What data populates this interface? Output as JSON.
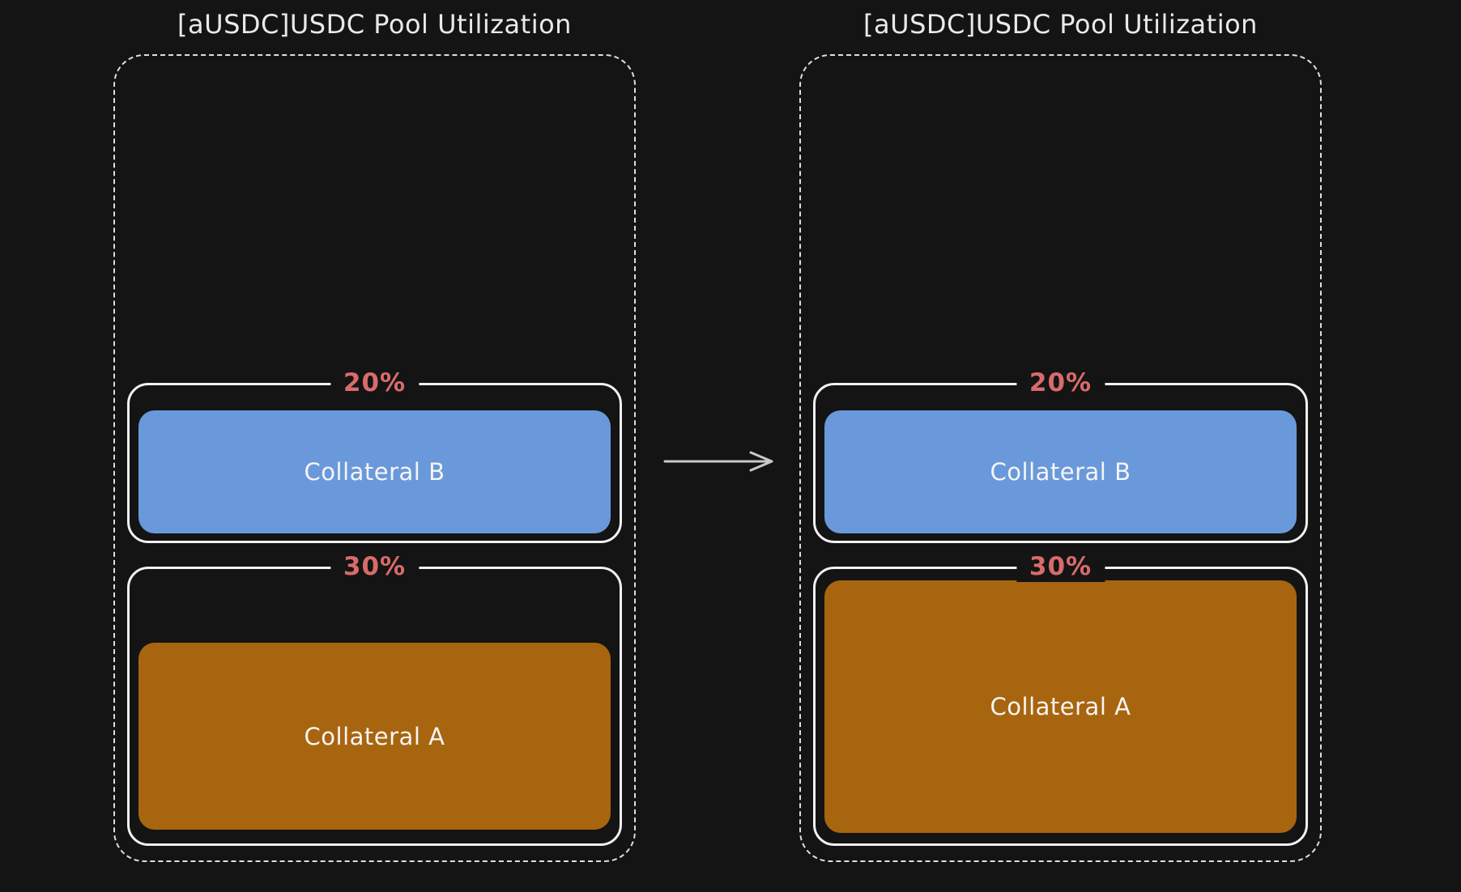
{
  "canvas": {
    "background_color": "#141414"
  },
  "arrow": {
    "icon": "right-arrow",
    "color": "#c9c9c9",
    "meaning": "before-to-after transition"
  },
  "colors": {
    "dashed_container_border": "#dedede",
    "section_outline": "#f1f1f1",
    "percent_text": "#d96b6b",
    "title_text": "#e9e9e9",
    "collateral_text": "#f5f5f5",
    "collateral_b_fill": "#6a99db",
    "collateral_a_fill": "#a8650f"
  },
  "panels": [
    {
      "id": "before",
      "title": "[aUSDC]USDC Pool Utilization",
      "sections": [
        {
          "percent_label": "20%",
          "collateral_label": "Collateral B",
          "fill_color": "#6a99db",
          "fill_ratio_estimate": 0.78
        },
        {
          "percent_label": "30%",
          "collateral_label": "Collateral A",
          "fill_color": "#a8650f",
          "fill_ratio_estimate": 0.67
        }
      ]
    },
    {
      "id": "after",
      "title": "[aUSDC]USDC Pool Utilization",
      "sections": [
        {
          "percent_label": "20%",
          "collateral_label": "Collateral B",
          "fill_color": "#6a99db",
          "fill_ratio_estimate": 0.77
        },
        {
          "percent_label": "30%",
          "collateral_label": "Collateral A",
          "fill_color": "#a8650f",
          "fill_ratio_estimate": 0.9
        }
      ]
    }
  ]
}
